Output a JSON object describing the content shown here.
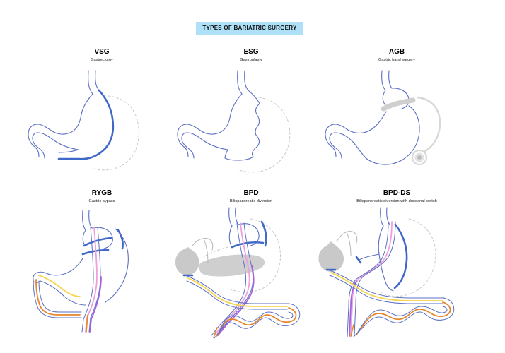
{
  "title": {
    "text": "TYPES OF BARIATRIC SURGERY",
    "banner_color": "#aee0f7",
    "text_color": "#0d0d0d"
  },
  "palette": {
    "outline_blue": "#5b6fc4",
    "staple_blue": "#3f68c8",
    "dashed_gray": "#c9c9c9",
    "organ_gray": "#c4c4c4",
    "band_gray": "#cfcfcf",
    "pink": "#ef9fdd",
    "purple": "#a463dd",
    "yellow": "#f5d44e",
    "orange": "#e8862a",
    "background": "#ffffff"
  },
  "panels": [
    {
      "id": "vsg",
      "abbr": "VSG",
      "subtitle": "Gastrectomy",
      "artwork": "sleeve-gastrectomy-diagram",
      "features": [
        "sleeve-shaped stomach outline",
        "thick blue staple line along greater curvature",
        "dashed outline of resected stomach portion",
        "esophagus at top",
        "duodenum at lower left"
      ]
    },
    {
      "id": "esg",
      "abbr": "ESG",
      "subtitle": "Gastroplasty",
      "artwork": "endoscopic-sleeve-gastroplasty-diagram",
      "features": [
        "scalloped sutured stomach outline",
        "dashed outline of original stomach shape",
        "esophagus at top",
        "duodenum at lower left"
      ]
    },
    {
      "id": "agb",
      "abbr": "AGB",
      "subtitle": "Gastric band surgery",
      "artwork": "adjustable-gastric-band-diagram",
      "features": [
        "gray adjustable band around upper stomach",
        "connecting tube",
        "circular subcutaneous access port",
        "full stomach outline"
      ]
    },
    {
      "id": "rygb",
      "abbr": "RYGB",
      "subtitle": "Gastric bypass",
      "artwork": "roux-en-y-gastric-bypass-diagram",
      "features": [
        "small gastric pouch with blue staple lines",
        "pink Roux limb",
        "purple common channel",
        "yellow and orange biliopancreatic limb",
        "bypassed remnant stomach"
      ]
    },
    {
      "id": "bpd",
      "abbr": "BPD",
      "subtitle": "Biliopancreatic diversion",
      "artwork": "biliopancreatic-diversion-diagram",
      "features": [
        "gray gallbladder and pancreas",
        "dashed outline of removed stomach",
        "pink alimentary limb",
        "purple common channel",
        "yellow and orange biliopancreatic limb",
        "long winding intestinal loops"
      ]
    },
    {
      "id": "bpd-ds",
      "abbr": "BPD-DS",
      "subtitle": "Biliopancreatic diversion with duodenal switch",
      "artwork": "biliopancreatic-diversion-duodenal-switch-diagram",
      "features": [
        "sleeve stomach with blue staple line",
        "gray gallbladder",
        "preserved pylorus and duodenal switch",
        "pink alimentary limb",
        "purple common channel",
        "yellow and orange biliopancreatic limb",
        "winding intestinal loops"
      ]
    }
  ]
}
